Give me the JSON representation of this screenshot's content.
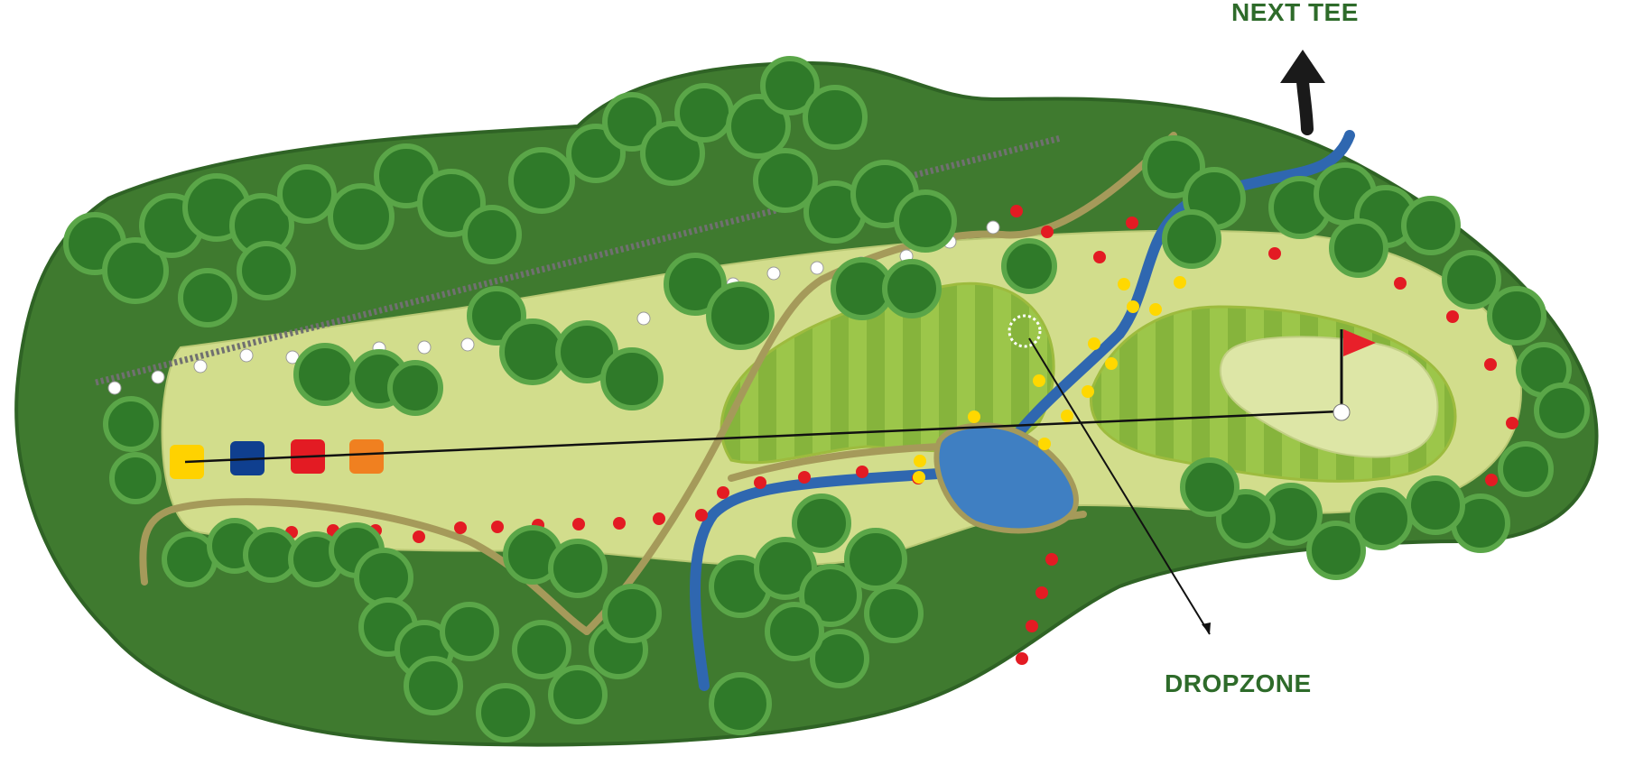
{
  "labels": {
    "next_tee": "NEXT TEE",
    "dropzone": "DROPZONE"
  },
  "colors": {
    "rough_dark": "#3f7a2f",
    "rough_outline": "#2f6325",
    "fairway_light": "#d2dd8c",
    "green_stripe_a": "#86b43c",
    "green_stripe_b": "#9cc64a",
    "sand": "#dde6a6",
    "water": "#3f7fc2",
    "water_stream": "#2f67b0",
    "path": "#a59a5a",
    "tree_dark": "#2f7a29",
    "tree_light": "#5aa648",
    "label_green": "#2e6b2a",
    "flag_red": "#e8202a",
    "ob_white": "#ffffff",
    "ob_red": "#e31b23",
    "hazard_yellow": "#ffd800",
    "arrow_black": "#1a1a1a"
  },
  "tees": [
    {
      "name": "yellow-tee",
      "color": "#ffd200"
    },
    {
      "name": "blue-tee",
      "color": "#0f3f8f"
    },
    {
      "name": "red-tee",
      "color": "#e31b23"
    },
    {
      "name": "orange-tee",
      "color": "#f08020"
    }
  ],
  "icons": {
    "next_tee_arrow": "arrow-up-icon",
    "flag": "flag-icon",
    "dropzone_marker": "dashed-circle-icon"
  }
}
